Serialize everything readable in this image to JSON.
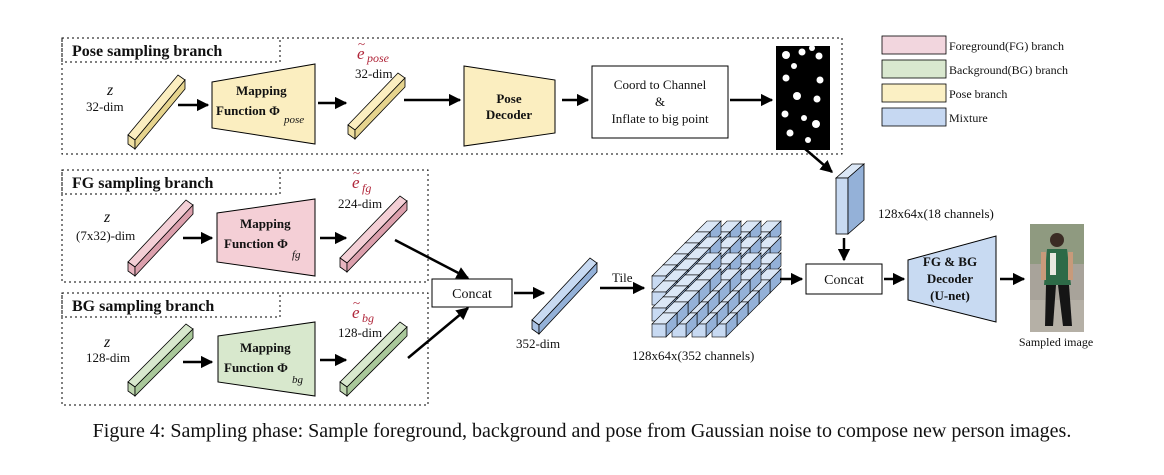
{
  "branches": {
    "pose": {
      "title": "Pose sampling branch",
      "z": "z",
      "z_dim": "32-dim",
      "mapping_line1": "Mapping",
      "mapping_line2": "Function Φ",
      "mapping_sub": "pose",
      "e_base": "e",
      "e_sub": "pose",
      "e_dim": "32-dim",
      "decoder_line1": "Pose",
      "decoder_line2": "Decoder",
      "coord_line1": "Coord to Channel",
      "coord_line2": "&",
      "coord_line3": "Inflate to big point"
    },
    "fg": {
      "title": "FG sampling branch",
      "z": "z",
      "z_dim": "(7x32)-dim",
      "mapping_line1": "Mapping",
      "mapping_line2": "Function Φ",
      "mapping_sub": "fg",
      "e_base": "e",
      "e_sub": "fg",
      "e_dim": "224-dim"
    },
    "bg": {
      "title": "BG sampling branch",
      "z": "z",
      "z_dim": "128-dim",
      "mapping_line1": "Mapping",
      "mapping_line2": "Function Φ",
      "mapping_sub": "bg",
      "e_base": "e",
      "e_sub": "bg",
      "e_dim": "128-dim"
    }
  },
  "middle": {
    "concat1": "Concat",
    "vec_dim": "352-dim",
    "tile": "Tile",
    "tensor_label": "128x64x(352 channels)",
    "pose_tensor_label": "128x64x(18 channels)",
    "concat2": "Concat",
    "decoder_line1": "FG & BG",
    "decoder_line2": "Decoder",
    "decoder_line3": "(U-net)",
    "sampled": "Sampled image"
  },
  "legend": [
    {
      "label": "Foreground(FG) branch",
      "color": "#f2d6de"
    },
    {
      "label": "Background(BG) branch",
      "color": "#d9e8cf"
    },
    {
      "label": "Pose branch",
      "color": "#fbf0c4"
    },
    {
      "label": "Mixture",
      "color": "#c6d8f2"
    }
  ],
  "colors": {
    "fg_fill": "#f4cfd6",
    "bg_fill": "#d8e8cd",
    "pose_fill": "#fbeec0",
    "mix_fill": "#c8daf2",
    "accent_red": "#b0263a"
  },
  "caption": "Figure 4: Sampling phase: Sample foreground, background and pose from Gaussian noise to compose new person images."
}
